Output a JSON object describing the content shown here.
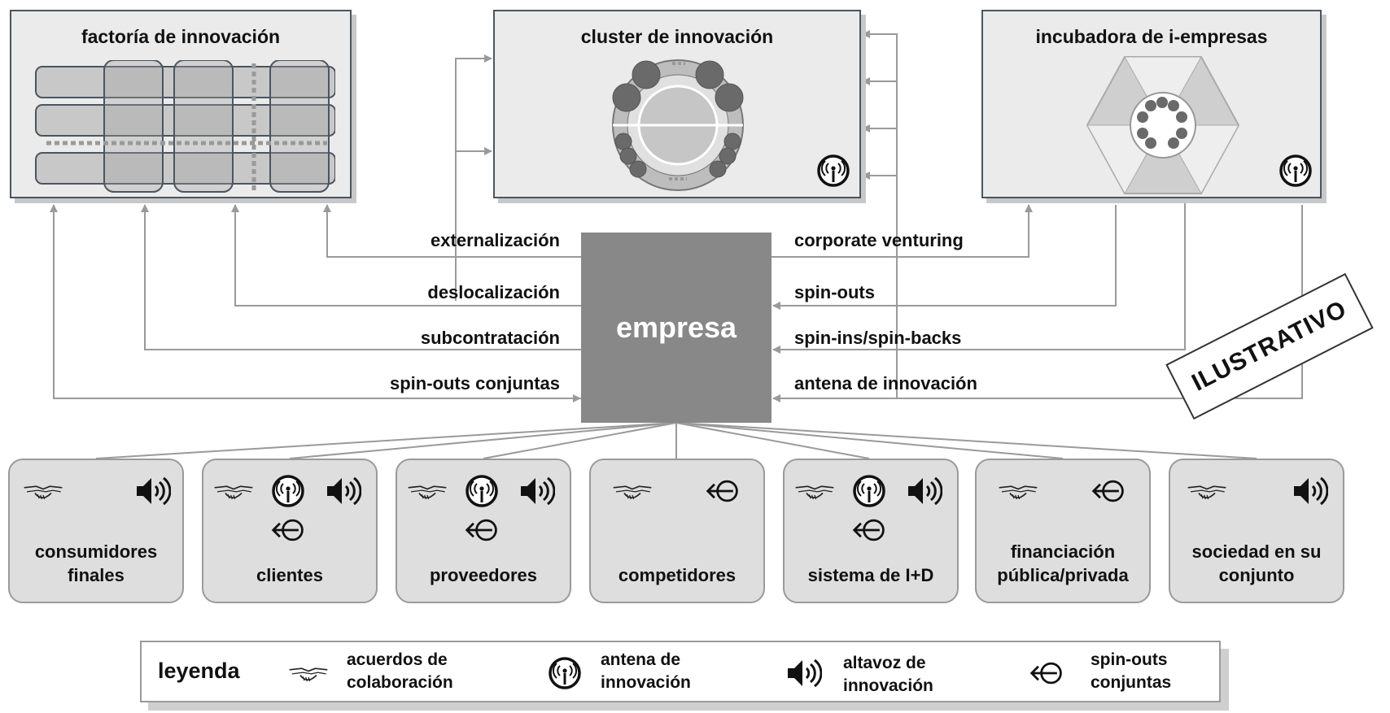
{
  "boxes": {
    "factoria": {
      "title": "factoría de innovación"
    },
    "cluster": {
      "title": "cluster de innovación"
    },
    "incubadora": {
      "title": "incubadora de i-empresas"
    }
  },
  "center": {
    "label": "empresa"
  },
  "flows_left": [
    "externalización",
    "deslocalización",
    "subcontratación",
    "spin-outs conjuntas"
  ],
  "flows_right": [
    "corporate venturing",
    "spin-outs",
    "spin-ins/spin-backs",
    "antena de innovación"
  ],
  "stamp": "ILUSTRATIVO",
  "stakeholders": [
    {
      "label": "consumidores finales",
      "icons": [
        "handshake-icon",
        "speaker-icon"
      ]
    },
    {
      "label": "clientes",
      "icons": [
        "handshake-icon",
        "antenna-icon",
        "speaker-icon",
        "spinout-icon"
      ]
    },
    {
      "label": "proveedores",
      "icons": [
        "handshake-icon",
        "antenna-icon",
        "speaker-icon",
        "spinout-icon"
      ]
    },
    {
      "label": "competidores",
      "icons": [
        "handshake-icon",
        "spinout-icon"
      ]
    },
    {
      "label": "sistema de I+D",
      "icons": [
        "handshake-icon",
        "antenna-icon",
        "speaker-icon",
        "spinout-icon"
      ]
    },
    {
      "label": "financiación pública/privada",
      "icons": [
        "handshake-icon",
        "spinout-icon"
      ]
    },
    {
      "label": "sociedad en su conjunto",
      "icons": [
        "handshake-icon",
        "speaker-icon"
      ]
    }
  ],
  "legend": {
    "title": "leyenda",
    "items": [
      {
        "icon": "handshake-icon",
        "line1": "acuerdos de",
        "line2": "colaboración"
      },
      {
        "icon": "antenna-icon",
        "line1": "antena de",
        "line2": "innovación"
      },
      {
        "icon": "speaker-icon",
        "line1": "altavoz de",
        "line2": "innovación"
      },
      {
        "icon": "spinout-icon",
        "line1": "spin-outs",
        "line2": "conjuntas"
      }
    ]
  },
  "colors": {
    "arrow": "#9a9a9a",
    "box_border": "#4a5560",
    "empresa": "#888888"
  }
}
